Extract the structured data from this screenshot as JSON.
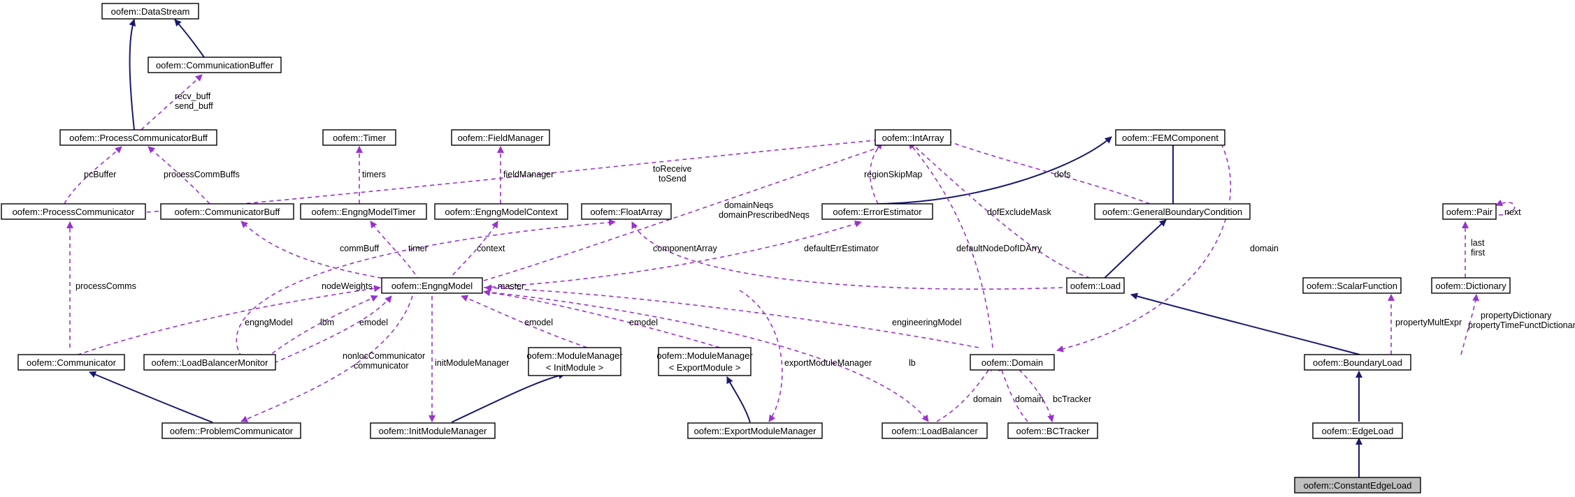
{
  "nodes": {
    "datastream": "oofem::DataStream",
    "commbuffer": "oofem::CommunicationBuffer",
    "proccommbuff": "oofem::ProcessCommunicatorBuff",
    "proccomm": "oofem::ProcessCommunicator",
    "communicatorbuff": "oofem::CommunicatorBuff",
    "timer": "oofem::Timer",
    "enggmodeltimer": "oofem::EngngModelTimer",
    "fieldmanager": "oofem::FieldManager",
    "enggmodelcontext": "oofem::EngngModelContext",
    "intarray": "oofem::IntArray",
    "floatarray": "oofem::FloatArray",
    "errorestimator": "oofem::ErrorEstimator",
    "femcomponent": "oofem::FEMComponent",
    "generalbc": "oofem::GeneralBoundaryCondition",
    "pair": "oofem::Pair",
    "load": "oofem::Load",
    "enggmodel": "oofem::EngngModel",
    "scalarfunction": "oofem::ScalarFunction",
    "dictionary": "oofem::Dictionary",
    "communicator": "oofem::Communicator",
    "loadbalancermonitor": "oofem::LoadBalancerMonitor",
    "modmgr_init_1": "oofem::ModuleManager",
    "modmgr_init_2": "< InitModule >",
    "modmgr_export_1": "oofem::ModuleManager",
    "modmgr_export_2": "< ExportModule >",
    "domain": "oofem::Domain",
    "boundaryload": "oofem::BoundaryLoad",
    "problemcomm": "oofem::ProblemCommunicator",
    "initmodulemanager": "oofem::InitModuleManager",
    "exportmodulemanager": "oofem::ExportModuleManager",
    "loadbalancer": "oofem::LoadBalancer",
    "bctracker": "oofem::BCTracker",
    "edgeload": "oofem::EdgeLoad",
    "constantedgeload": "oofem::ConstantEdgeLoad"
  },
  "edge_labels": {
    "recv_buff": "recv_buff",
    "send_buff": "send_buff",
    "pcbuffer": "pcBuffer",
    "processcommbuffs": "processCommBuffs",
    "timers": "timers",
    "fieldmanager": "fieldManager",
    "toreceive": "toReceive",
    "tosend": "toSend",
    "regionskipmap": "regionSkipMap",
    "dofs": "dofs",
    "next": "next",
    "domainneqs": "domainNeqs",
    "domainprescribedneqs": "domainPrescribedNeqs",
    "dofexcludemask": "dofExcludeMask",
    "last": "last",
    "first": "first",
    "commbuff": "commBuff",
    "timer": "timer",
    "context": "context",
    "componentarray": "componentArray",
    "defaulterrestimator": "defaultErrEstimator",
    "domain_fem": "domain",
    "processcomms": "processComms",
    "nodeweights": "nodeWeights",
    "master": "master",
    "defaultnodedofidarry": "defaultNodeDofIDArry",
    "propertymultexpr": "propertyMultExpr",
    "propertydictionary": "propertyDictionary",
    "propertytimefunctdictionary": "propertyTimeFunctDictionary",
    "engngmodel": "engngModel",
    "lbm": "lbm",
    "emodel_lbm": "emodel",
    "emodel_init": "emodel",
    "emodel_export": "emodel",
    "engineeringmodel": "engineeringModel",
    "nonloccommunicator": "nonlocCommunicator",
    "communicator": "communicator",
    "initmodulemanager": "initModuleManager",
    "exportmodulemanager": "exportModuleManager",
    "lb": "lb",
    "domain_lb": "domain",
    "domain_bct": "domain",
    "bctracker": "bcTracker"
  }
}
